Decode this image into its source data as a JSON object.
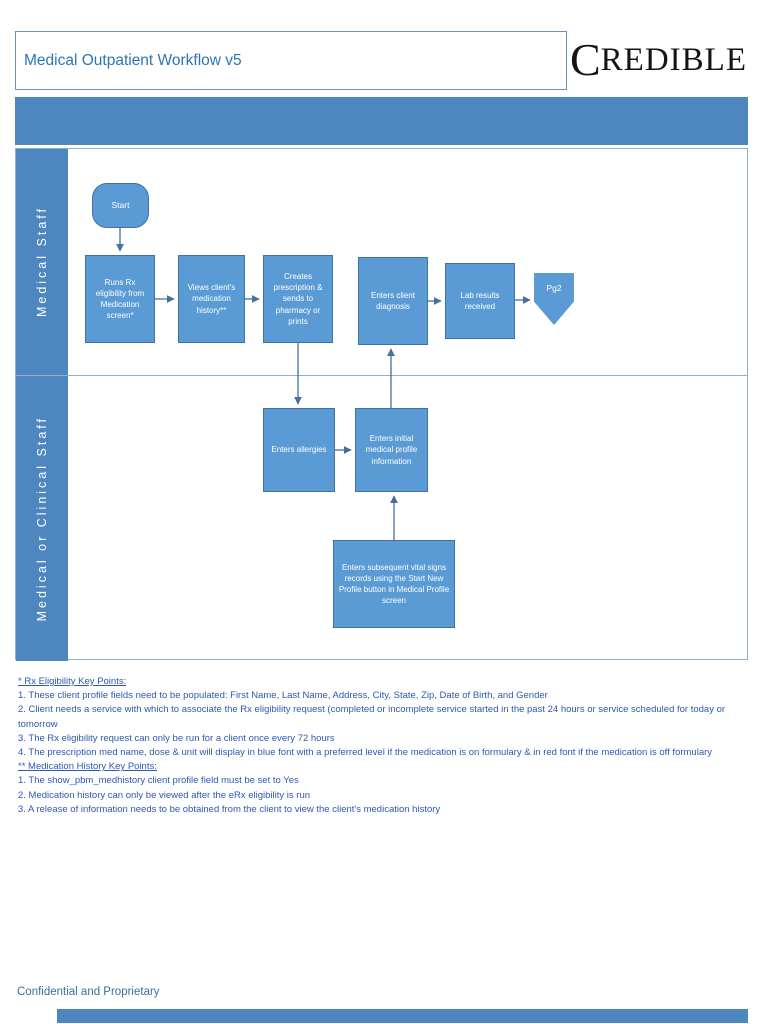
{
  "header": {
    "title": "Medical Outpatient Workflow v5",
    "logo_first": "C",
    "logo_rest": "REDIBLE"
  },
  "lanes": [
    {
      "label": "Medical Staff"
    },
    {
      "label": "Medical or Clinical Staff"
    }
  ],
  "nodes": {
    "start": "Start",
    "runs_rx": "Runs Rx eligibility from Medication screen*",
    "views_history": "Views client's medication history**",
    "creates_rx": "Creates prescription & sends to pharmacy or prints",
    "enters_diagnosis": "Enters client diagnosis",
    "lab_results": "Lab results received",
    "pg2": "Pg2",
    "enters_allergies": "Enters allergies",
    "enters_profile": "Enters initial medical profile information",
    "enters_vitals": "Enters subsequent vital signs records using the Start New Profile button in Medical Profile screen"
  },
  "notes": {
    "rx_heading": "* Rx Eligibility Key Points:",
    "rx_items": [
      "1. These client profile fields need to be populated:  First Name, Last Name, Address, City, State, Zip, Date of Birth, and Gender",
      "2. Client needs a service with which to associate the Rx eligibility request (completed or incomplete service started in the past 24 hours or service scheduled for today or tomorrow",
      "3. The Rx eligibility request can only be run for a client once every 72 hours",
      "4. The prescription med name, dose & unit will display in blue font with a preferred level if the medication is on formulary & in red font if the medication is off formulary"
    ],
    "med_heading": "** Medication History Key Points:",
    "med_items": [
      "1. The show_pbm_medhistory client profile field must be set to Yes",
      "2. Medication history can only be viewed after the eRx eligibility is run",
      "3. A release of information needs to be obtained from the client to view the client's medication history"
    ]
  },
  "footer": {
    "confidential": "Confidential and Proprietary"
  },
  "colors": {
    "box_fill": "#5b9bd5",
    "box_border": "#41719c",
    "band_blue": "#4e87bf",
    "title_text": "#2e74b5",
    "note_text": "#2d59b0"
  }
}
